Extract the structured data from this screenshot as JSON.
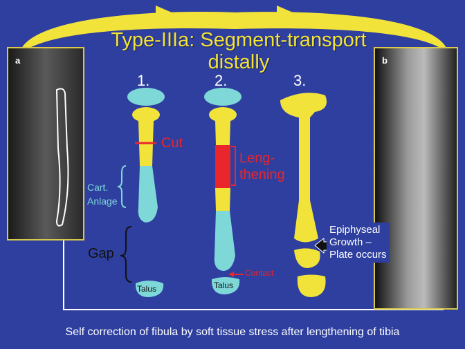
{
  "title_line1": "Type-IIIa: Segment-transport",
  "title_line2": "distally",
  "panels": {
    "a": "a",
    "b": "b"
  },
  "steps": [
    "1.",
    "2.",
    "3."
  ],
  "labels": {
    "cut": "Cut",
    "lengthening_1": "Leng-",
    "lengthening_2": "thening",
    "cart_1": "Cart.",
    "cart_2": "Anlage",
    "gap": "Gap",
    "talus": "Talus",
    "contact": "Contact",
    "epiphyseal_1": "Epiphyseal",
    "epiphyseal_2": "Growth –",
    "epiphyseal_3": "Plate occurs"
  },
  "caption": "Self correction of fibula by soft tissue stress after lengthening of tibia",
  "colors": {
    "background": "#2e3f9f",
    "bone": "#f2e33a",
    "cartilage": "#7fd8d8",
    "lengthening": "#e8262c"
  }
}
